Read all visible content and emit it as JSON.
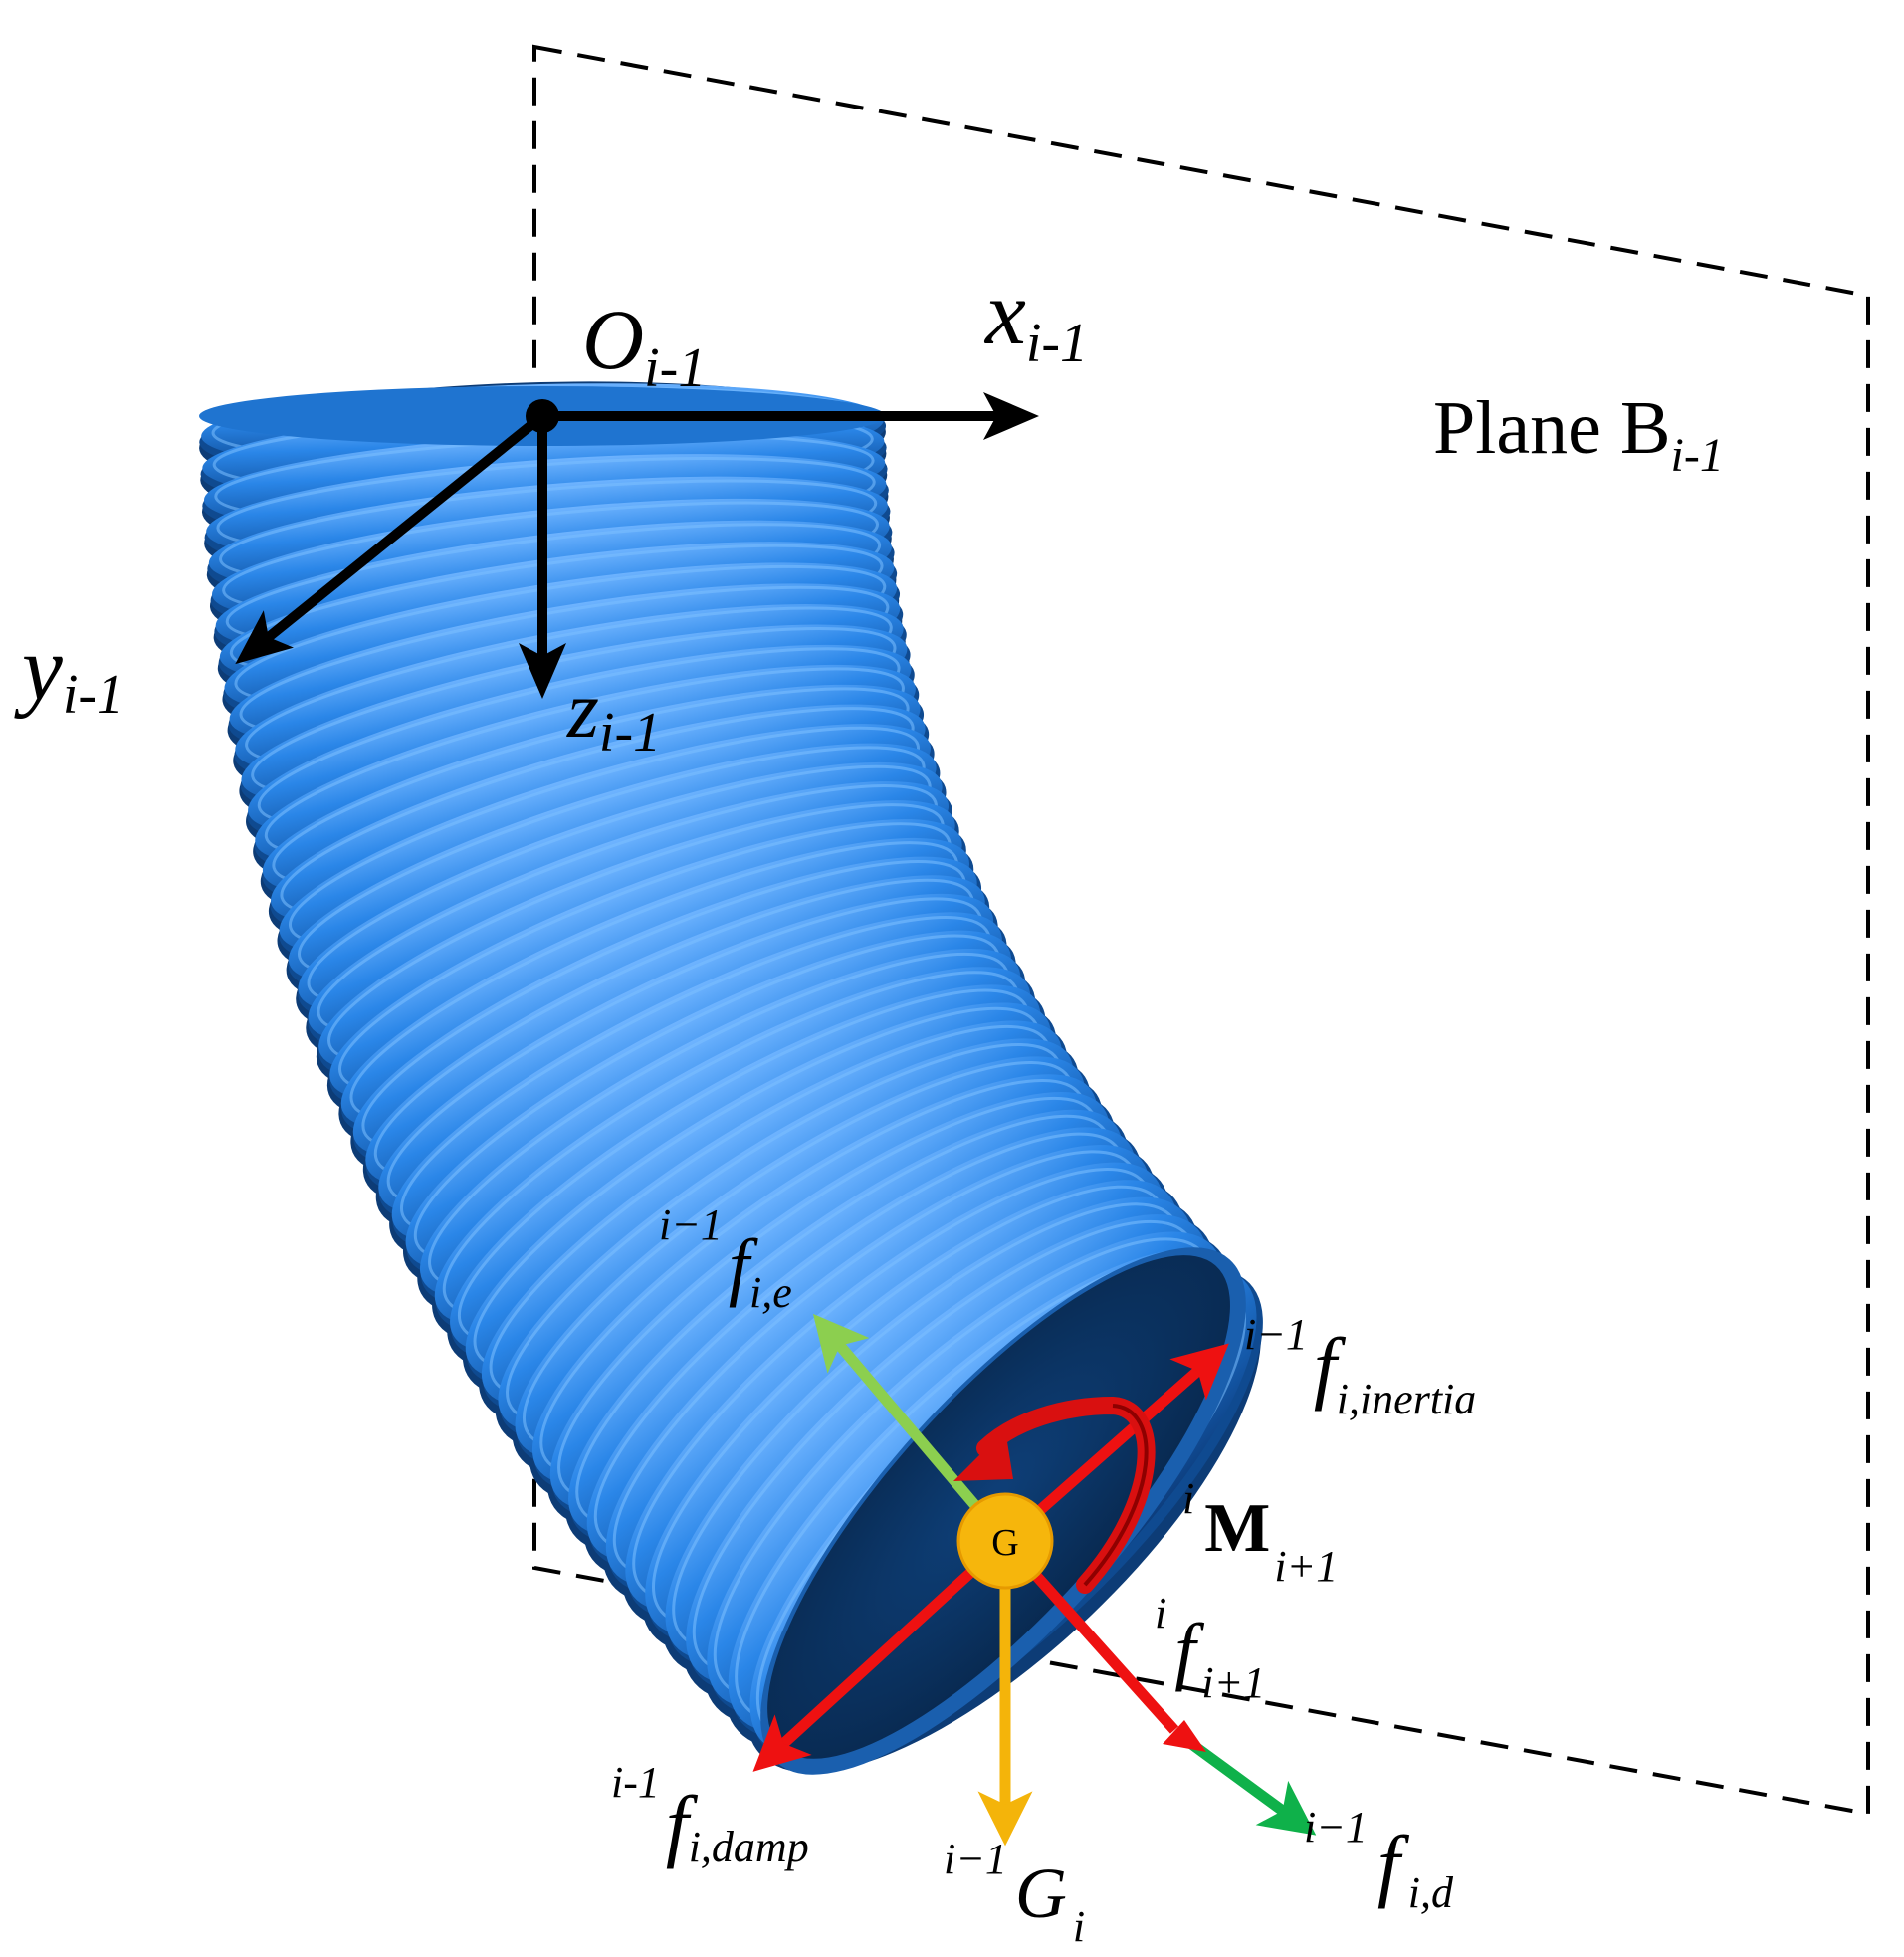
{
  "plane": {
    "label": "Plane B",
    "sub": "i-1"
  },
  "origin": {
    "label": "O",
    "sub": "i-1"
  },
  "axes": {
    "x": {
      "label": "x",
      "sub": "i-1"
    },
    "y": {
      "label": "y",
      "sub": "i-1"
    },
    "z": {
      "label": "z",
      "sub": "i-1"
    }
  },
  "center_mass": {
    "label": "G"
  },
  "forces": {
    "elastic": {
      "pre": "i−1",
      "main": "f",
      "sub": "i,e"
    },
    "inertia": {
      "pre": "i−1",
      "main": "f",
      "sub": "i,inertia"
    },
    "moment": {
      "pre": "i",
      "main": "M",
      "sub": "i+1"
    },
    "next": {
      "pre": "i",
      "main": "f",
      "sub": "i+1"
    },
    "damp": {
      "pre": "i-1",
      "main": "f",
      "sub": "i,damp"
    },
    "gravity": {
      "pre": "i−1",
      "main": "G",
      "sub": "i"
    },
    "drag": {
      "pre": "i−1",
      "main": "f",
      "sub": "i,d"
    }
  },
  "colors": {
    "body": "#1f6fc6",
    "body_dark": "#0f3f7f",
    "end_cap": "#0a3566",
    "axis": "#000000",
    "elastic_arrow": "#8ccf4f",
    "red_arrow": "#ee1111",
    "moment_arc": "#d91010",
    "gravity_arrow": "#f4b40a",
    "drag_arrow": "#0fb14a",
    "g_fill": "#f6b60c"
  }
}
